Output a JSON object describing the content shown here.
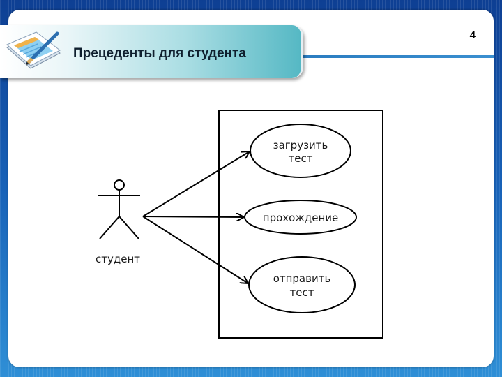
{
  "slide": {
    "title": "Прецеденты для студента",
    "number": "4"
  },
  "diagram": {
    "actor": {
      "label": "студент"
    },
    "use_cases": [
      {
        "lines": [
          "загрузить",
          "тест"
        ]
      },
      {
        "lines": [
          "прохождение"
        ]
      },
      {
        "lines": [
          "отправить",
          "тест"
        ]
      }
    ]
  },
  "theme": {
    "background": "#1a5fb4",
    "title_bar": "#55b8c4",
    "ink": "#000000"
  },
  "icons": [
    "notepad-pen-icon"
  ]
}
